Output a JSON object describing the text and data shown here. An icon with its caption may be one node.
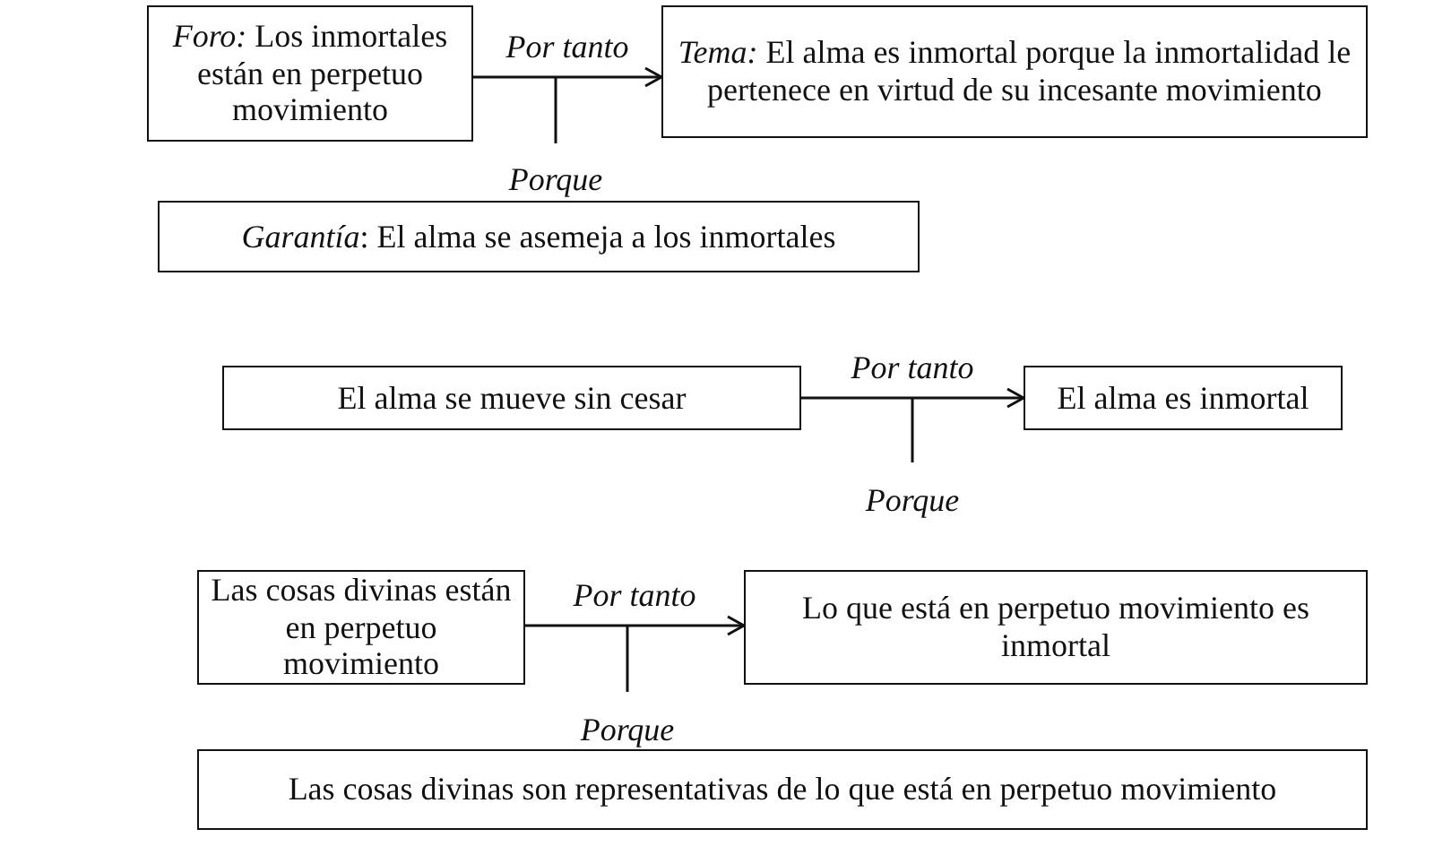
{
  "diagram": {
    "nodes": [
      {
        "text": [
          "*Foro:* Los inmortales están en perpetuo movimiento"
        ]
      },
      {
        "text": [
          "*Tema:* El alma es inmortal porque la inmortalidad le pertenece en virtud de su incesante movimiento"
        ]
      },
      {
        "text": [
          "*Garantía*: El alma se asemeja a los inmortales"
        ]
      },
      {
        "text": [
          "El alma se mueve sin cesar"
        ]
      },
      {
        "text": [
          "El alma es inmortal"
        ]
      },
      {
        "text": [
          "Las cosas divinas están en perpetuo movimiento"
        ]
      },
      {
        "text": [
          "Lo que está en perpetuo movimiento es inmortal"
        ]
      },
      {
        "text": [
          "Las cosas divinas son representativas de lo que está en perpetuo movimiento"
        ]
      }
    ],
    "edges": [
      {
        "from": 0,
        "to": 1,
        "arrow": "to",
        "label": "Por tanto"
      },
      {
        "from": 3,
        "to": 4,
        "arrow": "to",
        "label": "Por tanto"
      },
      {
        "from": 5,
        "to": 6,
        "arrow": "to",
        "label": "Por tanto"
      }
    ],
    "labels": [
      "Porque",
      "Porque",
      "Porque"
    ]
  }
}
